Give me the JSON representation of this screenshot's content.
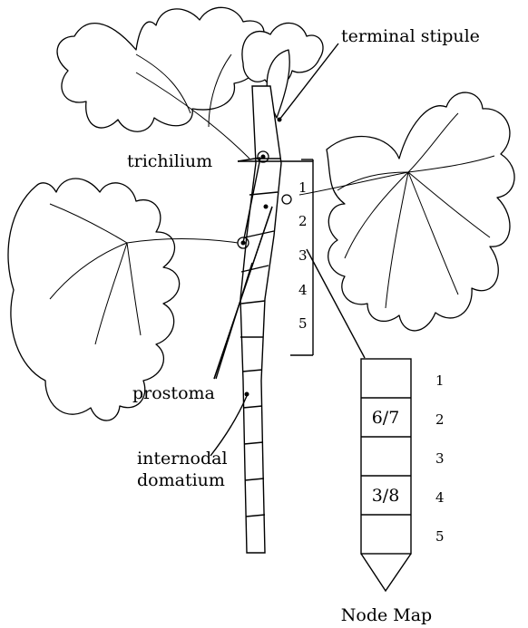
{
  "labels": {
    "terminal_stipule": "terminal stipule",
    "trichilium": "trichilium",
    "prostoma": "prostoma",
    "internodal_domatium_line1": "internodal",
    "internodal_domatium_line2": "domatium",
    "node_map_title": "Node Map"
  },
  "stem_bracket_numbers": [
    "1",
    "2",
    "3",
    "4",
    "5"
  ],
  "node_map": {
    "cells": [
      "",
      "6/7",
      "",
      "3/8",
      ""
    ],
    "row_numbers": [
      "1",
      "2",
      "3",
      "4",
      "5"
    ]
  }
}
